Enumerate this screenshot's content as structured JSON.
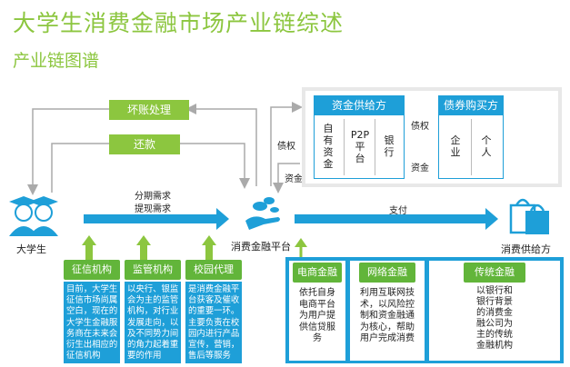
{
  "header": {
    "title": "大学生消费金融市场产业链综述",
    "subtitle": "产业链图谱"
  },
  "nodes": {
    "student": "大学生",
    "platform": "消费金融平台",
    "supplier": "消费供给方"
  },
  "flows": {
    "bad_debt": "坏账处理",
    "repay": "还款",
    "installment_demand": "分期需求",
    "cash_demand": "提现需求",
    "payment": "支付",
    "debt_claim": "债权",
    "funds": "资金",
    "debt_claim_2": "债权",
    "funds_2": "资金"
  },
  "funding": {
    "title": "资金供给方",
    "items": [
      "自\n有\n资\n金",
      "P2P\n平\n台",
      "银\n行"
    ]
  },
  "bond_buyers": {
    "title": "债券购买方",
    "items": [
      "企\n业",
      "个\n人"
    ]
  },
  "support": [
    {
      "title": "征信机构",
      "desc": "目前，大学生\n征信市场尚属\n空白，现在的\n大学生金融服\n务商在未来会\n衍生出相应的\n征信机构"
    },
    {
      "title": "监管机构",
      "desc": "以央行、银监\n会为主的监管\n机构，对行业\n发展走向，以\n及不同势力间\n的角力起着重\n要的作用"
    },
    {
      "title": "校园代理",
      "desc": "是消费金融平\n台获客及催收\n的重要一环。\n主要负责在校\n园内进行产品\n宣传，营销，\n售后等服务"
    }
  ],
  "platform_types": [
    {
      "title": "电商金融",
      "desc": "依托自身\n电商平台\n为用户提\n供信贷服\n务"
    },
    {
      "title": "网络金融",
      "desc": "利用互联网技\n术，以风险控\n制和资金融通\n为核心，帮助\n用户完成消费"
    },
    {
      "title": "传统金融",
      "desc": "以银行和\n银行背景\n的消费金\n融公司为\n主的传统\n金融机构"
    }
  ],
  "colors": {
    "brand_green": "#8cc63f",
    "accent_blue": "#1e9fd8",
    "pill_green": "#62b53a"
  }
}
